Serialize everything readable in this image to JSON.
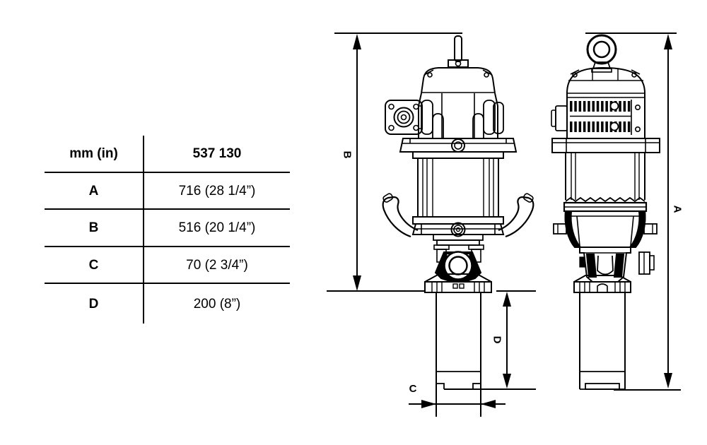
{
  "table": {
    "unit_header": "mm (in)",
    "model_header": "537 130",
    "rows": [
      {
        "label": "A",
        "value": "716 (28 1/4”)"
      },
      {
        "label": "B",
        "value": "516 (20 1/4”)"
      },
      {
        "label": "C",
        "value": "70 (2 3/4”)"
      },
      {
        "label": "D",
        "value": "200 (8”)"
      }
    ]
  },
  "diagram": {
    "labels": {
      "a": "A",
      "b": "B",
      "c": "C",
      "d": "D"
    },
    "line_color": "#000000",
    "background_color": "#ffffff"
  }
}
